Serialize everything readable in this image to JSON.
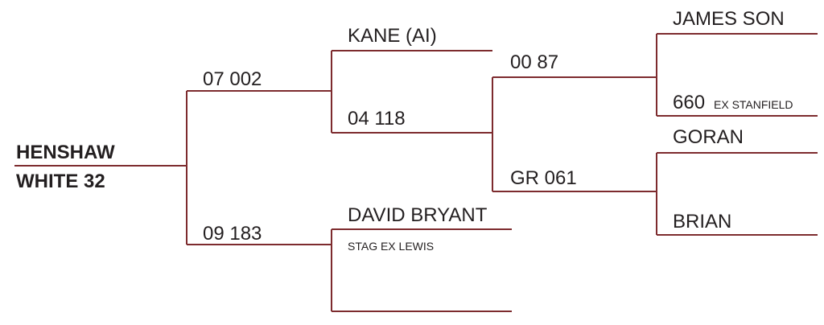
{
  "subject": {
    "name_line1": "HENSHAW",
    "name_line2": "WHITE 32"
  },
  "sire": {
    "name": "07 002"
  },
  "dam": {
    "name": "09 183"
  },
  "sire_sire": {
    "name": "KANE (AI)"
  },
  "sire_dam": {
    "name": "04 118"
  },
  "dam_sire": {
    "name": "DAVID BRYANT",
    "note": "STAG EX LEWIS"
  },
  "sd_sire": {
    "name": "00 87"
  },
  "sd_dam": {
    "name": "GR 061"
  },
  "sds_sire": {
    "name": "JAMES SON"
  },
  "sds_dam": {
    "name": "660",
    "note": "EX STANFIELD"
  },
  "sdd_sire": {
    "name": "GORAN"
  },
  "sdd_dam": {
    "name": "BRIAN"
  },
  "colors": {
    "line": "#7d2b2e",
    "text": "#231f20"
  }
}
